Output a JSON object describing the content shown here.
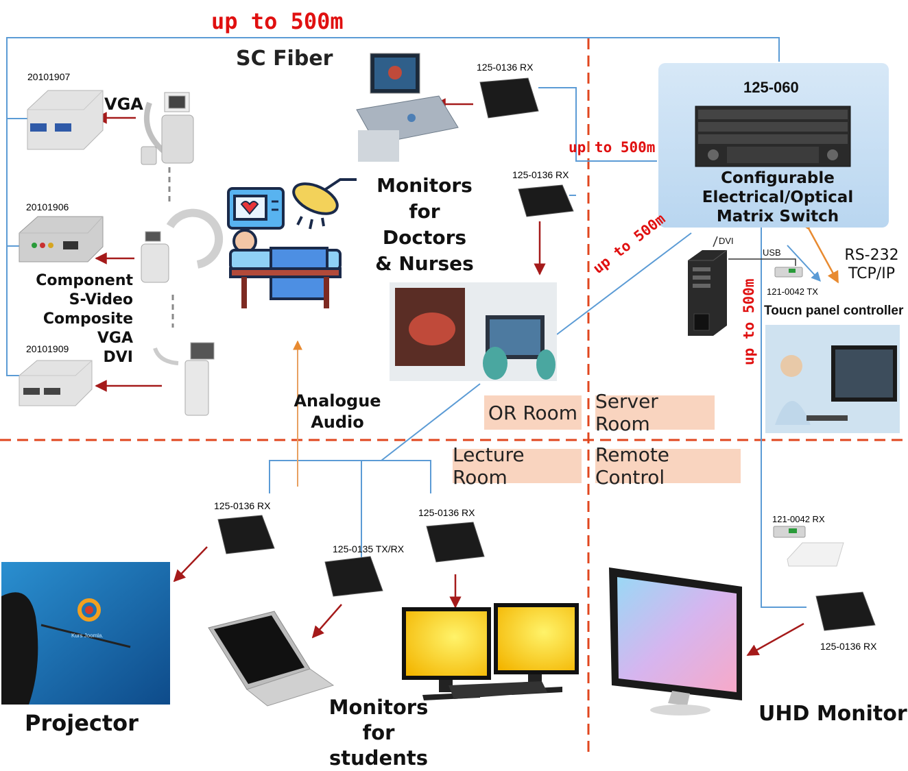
{
  "distances": {
    "top": "up to 500m",
    "mid": "up to 500m",
    "diag": "up to 500m",
    "vert": "up to 500m"
  },
  "cable_label": "SC Fiber",
  "sources": [
    {
      "model": "20101907",
      "signal": "VGA"
    },
    {
      "model": "20101906",
      "signal": "Component\nS-Video\nComposite\nVGA\nDVI"
    },
    {
      "model": "20101909",
      "signal": ""
    }
  ],
  "receivers": {
    "or_rx_1": "125-0136 RX",
    "or_rx_2": "125-0136 RX",
    "lecture_rx_left": "125-0136 RX",
    "lecture_txrx": "125-0135 TX/RX",
    "lecture_rx_right": "125-0136 RX",
    "usb_tx": "121-0042 TX",
    "usb_rx": "121-0042 RX",
    "remote_rx": "125-0136 RX"
  },
  "switch": {
    "model": "125-060",
    "name": "Configurable\nElectrical/Optical\nMatrix Switch"
  },
  "server": {
    "dvi_label": "DVI",
    "usb_label": "USB"
  },
  "protocols": "RS-232\nTCP/IP",
  "touch_panel": "Toucn panel controller",
  "or_monitors": "Monitors\nfor\nDoctors\n& Nurses",
  "audio": "Analogue\nAudio",
  "rooms": {
    "or": "OR Room",
    "server": "Server Room",
    "lecture": "Lecture Room",
    "remote": "Remote Control"
  },
  "outputs": {
    "projector": "Projector",
    "students": "Monitors for\nstudents",
    "uhd": "UHD Monitors"
  },
  "colors": {
    "fiber": "#5b9bd5",
    "arrow": "#a51a1a",
    "divider": "#e0461e",
    "distance": "#e01010",
    "room_tag": "#f9d4bf",
    "audio": "#e8a060",
    "control": "#e88a30"
  },
  "icons": [
    "c-arm-icon",
    "patient-monitor-icon",
    "surgical-lamp-icon",
    "patient-bed-icon",
    "ultrasound-icon",
    "server-tower-icon",
    "touch-panel-icon",
    "projector-screen-icon",
    "laptop-icon",
    "dual-monitor-icon",
    "uhd-monitor-icon",
    "keyboard-icon",
    "fiber-extender-icon"
  ]
}
